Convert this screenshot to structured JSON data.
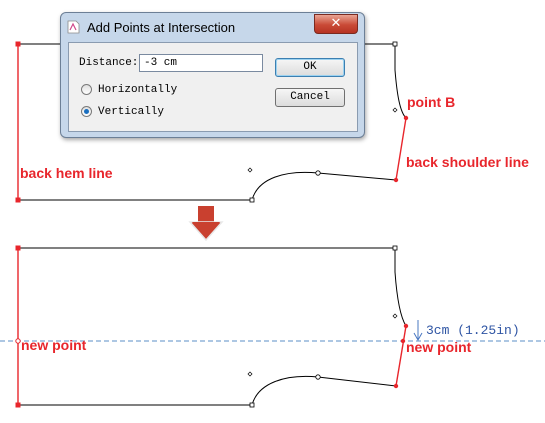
{
  "dialog": {
    "title": "Add Points at Intersection",
    "close_label": "✕",
    "distance_label": "Distance:",
    "distance_value": "-3 cm",
    "options": [
      {
        "label": "Horizontally",
        "selected": false
      },
      {
        "label": "Vertically",
        "selected": true
      }
    ],
    "ok_label": "OK",
    "cancel_label": "Cancel"
  },
  "annotations": {
    "point_b": "point B",
    "back_hem_line": "back hem line",
    "back_shoulder_line": "back shoulder line",
    "new_point_left": "new point",
    "new_point_right": "new point",
    "offset": "3cm (1.25in)"
  },
  "colors": {
    "accent": "#e8262c",
    "measure": "#2f55a4",
    "arrow": "#c9402f"
  },
  "icons": [
    "close-icon",
    "app-icon",
    "down-arrow-icon"
  ]
}
